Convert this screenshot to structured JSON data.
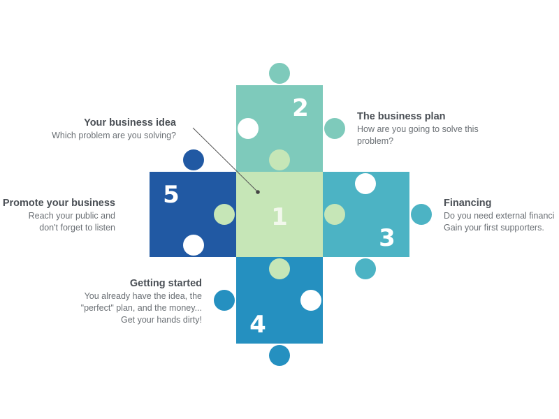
{
  "pieces": [
    {
      "number": "1",
      "color": "#c6e6b7"
    },
    {
      "number": "2",
      "color": "#7ecabb"
    },
    {
      "number": "3",
      "color": "#4cb3c4"
    },
    {
      "number": "4",
      "color": "#2590c0"
    },
    {
      "number": "5",
      "color": "#2159a3"
    }
  ],
  "labels": {
    "idea": {
      "title": "Your business idea",
      "desc": [
        "Which problem are you solving?"
      ]
    },
    "plan": {
      "title": "The business plan",
      "desc": [
        "How are you going to solve this",
        "problem?"
      ]
    },
    "financing": {
      "title": "Financing",
      "desc": [
        "Do you need external financi",
        "Gain your first supporters."
      ]
    },
    "started": {
      "title": "Getting started",
      "desc": [
        "You already have the idea, the",
        "\"perfect\" plan, and the money...",
        "Get your hands dirty!"
      ]
    },
    "promote": {
      "title": "Promote your business",
      "desc": [
        "Reach your public and",
        "don't forget to listen"
      ]
    }
  }
}
